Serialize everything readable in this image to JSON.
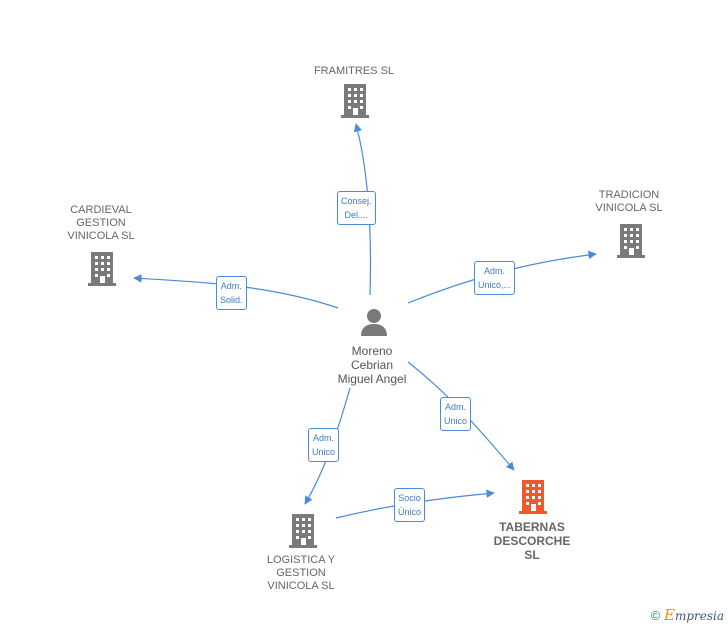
{
  "nodes": {
    "framitres": {
      "label": "FRAMITRES SL"
    },
    "cardieval": {
      "label": "CARDIEVAL\nGESTION\nVINICOLA  SL"
    },
    "tradicion": {
      "label": "TRADICION\nVINICOLA  SL"
    },
    "person": {
      "label": "Moreno\nCebrian\nMiguel Angel"
    },
    "logistica": {
      "label": "LOGISTICA Y\nGESTION\nVINICOLA  SL"
    },
    "tabernas": {
      "label": "TABERNAS\nDESCORCHE\nSL"
    }
  },
  "edges": {
    "to_framitres": "Consej.\nDel....",
    "to_cardieval": "Adm.\nSolid.",
    "to_tradicion": "Adm.\nUnico,...",
    "to_tabernas": "Adm.\nUnico",
    "to_logistica": "Adm.\nUnico",
    "logistica_to_tabernas": "Socio\nÚnico"
  },
  "colors": {
    "edge": "#4a8bd6",
    "building": "#7a7a7a",
    "building_highlight": "#f05a28",
    "person": "#7a7a7a"
  },
  "footer": {
    "copyright": "©",
    "brand_first": "E",
    "brand_rest": "mpresia"
  }
}
